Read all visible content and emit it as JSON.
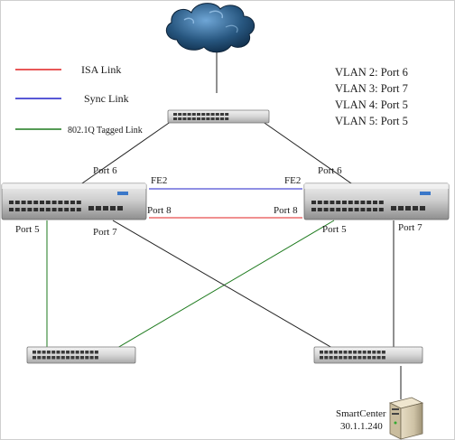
{
  "legend": [
    {
      "label": "ISA Link",
      "color": "#e02020"
    },
    {
      "label": "Sync Link",
      "color": "#2020c8"
    },
    {
      "label": "802.1Q Tagged Link",
      "color": "#1d7a1d"
    }
  ],
  "vlan_map": [
    "VLAN 2: Port 6",
    "VLAN 3: Port 7",
    "VLAN 4: Port 5",
    "VLAN 5: Port 5"
  ],
  "port_labels": {
    "left_port6": "Port 6",
    "left_fe2": "FE2",
    "left_port8": "Port 8",
    "left_port5": "Port 5",
    "left_port7": "Port 7",
    "right_port6": "Port 6",
    "right_fe2": "FE2",
    "right_port8": "Port 8",
    "right_port5": "Port 5",
    "right_port7": "Port 7"
  },
  "server": {
    "name": "SmartCenter",
    "ip": "30.1.1.240"
  },
  "colors": {
    "isa": "#e02020",
    "sync": "#2020c8",
    "tagged": "#1d7a1d",
    "plain": "#222222",
    "cloud": "#1f4e79"
  },
  "icons": {
    "cloud": "internet-cloud-icon",
    "top_switch": "switch-icon",
    "left_firewall": "firewall-appliance-icon",
    "right_firewall": "firewall-appliance-icon",
    "bottom_left_switch": "switch-icon",
    "bottom_right_switch": "switch-icon",
    "server": "server-tower-icon"
  }
}
